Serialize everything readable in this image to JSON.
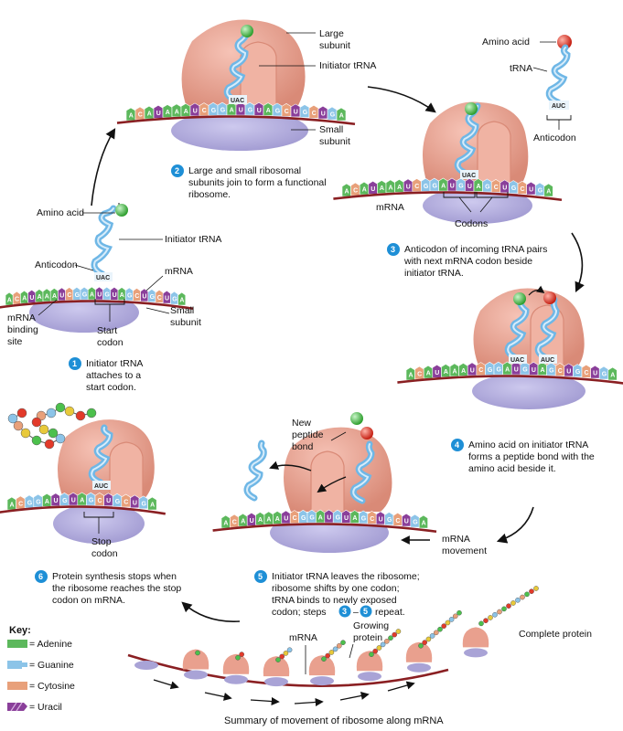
{
  "colors": {
    "adenine": "#5cb85c",
    "guanine": "#8cc4e8",
    "cytosine": "#e8a07a",
    "uracil": "#8a3f9a",
    "large_subunit": "#e9a08e",
    "small_subunit": "#a9a3d6",
    "trna": "#6fb7e6",
    "amino_green": "#4cc04c",
    "amino_red": "#e23a2a",
    "step_badge": "#1e8fd6",
    "mrna_backbone": "#8a1f22"
  },
  "icons": [
    "circle-number-badge",
    "curved-arrow",
    "ribosome",
    "trna-cloverleaf",
    "amino-acid-sphere"
  ],
  "step1": {
    "labels": {
      "amino_acid": "Amino acid",
      "initiator_trna": "Initiator tRNA",
      "anticodon": "Anticodon",
      "mrna": "mRNA",
      "mrna_binding_site": "mRNA\nbinding\nsite",
      "start_codon": "Start\ncodon",
      "small_subunit": "Small\nsubunit"
    },
    "number": "1",
    "caption": "Initiator tRNA\nattaches to a\nstart codon."
  },
  "step2": {
    "labels": {
      "large_subunit": "Large\nsubunit",
      "initiator_trna": "Initiator tRNA",
      "small_subunit": "Small\nsubunit"
    },
    "number": "2",
    "caption": "Large and small ribosomal\nsubunits join to form a functional\nribosome."
  },
  "inset": {
    "amino_acid": "Amino acid",
    "trna": "tRNA",
    "anticodon": "Anticodon"
  },
  "step3": {
    "labels": {
      "mrna": "mRNA",
      "codons": "Codons"
    },
    "number": "3",
    "caption": "Anticodon of incoming tRNA pairs\nwith next mRNA codon beside\ninitiator tRNA."
  },
  "step4": {
    "number": "4",
    "caption": "Amino acid on initiator tRNA\nforms a peptide bond with the\namino acid beside it."
  },
  "step5": {
    "labels": {
      "new_peptide_bond": "New\npeptide\nbond",
      "mrna_movement": "mRNA\nmovement"
    },
    "number": "5",
    "caption_lines": [
      "Initiator tRNA leaves the ribosome;",
      "ribosome shifts by one codon;",
      "tRNA binds to newly exposed"
    ],
    "caption_last_pre": "codon; steps",
    "caption_last_badge_a": "3",
    "caption_last_dash": "–",
    "caption_last_badge_b": "5",
    "caption_last_post": "repeat."
  },
  "step6": {
    "labels": {
      "stop_codon": "Stop\ncodon"
    },
    "number": "6",
    "caption": "Protein synthesis stops when\nthe ribosome reaches the stop\ncodon on mRNA."
  },
  "key": {
    "title": "Key:",
    "items": [
      "= Adenine",
      "= Guanine",
      "= Cytosine",
      "= Uracil"
    ]
  },
  "summary": {
    "mrna": "mRNA",
    "growing_protein": "Growing\nprotein",
    "complete_protein": "Complete protein",
    "title": "Summary of movement of ribosome along mRNA"
  },
  "sequences": {
    "mrna_1": "ACAUAAAUCGGAUGUAGCUGCUGA",
    "mrna_2": "ACAUAAAUCGGAUGUAGCUGCUGA",
    "mrna_3": "ACAUAAAUCGGAUGUAGCUGCUGA",
    "mrna_4": "ACAUAAAUCGGAUGUAGCUGCUGA",
    "mrna_5": "ACAUAAAUCGGAUGUAGCUGCUGA",
    "mrna_6": "ACGGAUGUAGCUGCUGA",
    "anticodon_initiator": "UAC",
    "anticodon_incoming": "AUC",
    "anticodon_stop": "AUC"
  }
}
